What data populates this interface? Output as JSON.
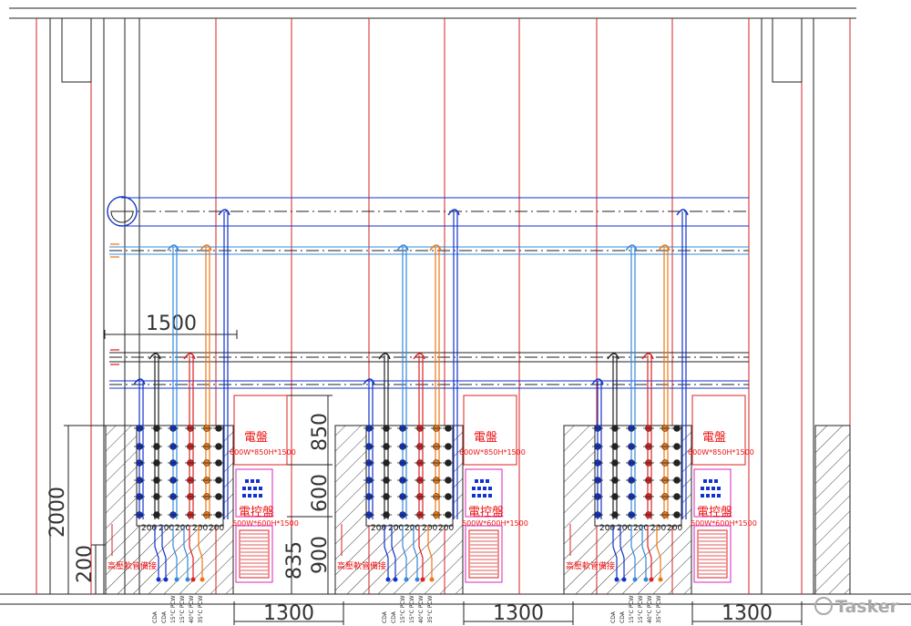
{
  "dimensions": {
    "top_width": "1500",
    "height_total": "2000",
    "height_bottom": "200",
    "panel_height_upper": "850",
    "panel_height_middle": "600",
    "panel_height_lower": "900",
    "cabinet_height": "835",
    "unit_width": "1300"
  },
  "gaps": [
    "200",
    "200",
    "200",
    "200",
    "200"
  ],
  "units": [
    {
      "panel_title": "電盤",
      "panel_size": "600W*850H*1500",
      "control_title": "電控盤",
      "control_size": "600W*600H*1500",
      "note": "高壓軟管備接"
    },
    {
      "panel_title": "電盤",
      "panel_size": "600W*850H*1500",
      "control_title": "電控盤",
      "control_size": "600W*600H*1500",
      "note": "高壓軟管備接"
    },
    {
      "panel_title": "電盤",
      "panel_size": "600W*850H*1500",
      "control_title": "電控盤",
      "control_size": "600W*600H*1500",
      "note": "高壓軟管備接"
    }
  ],
  "pipe_labels": [
    "CDA",
    "CDA",
    "15°C PCW",
    "15°C PCW",
    "40°C PCW",
    "35°C PCW"
  ],
  "watermark": "Tasker",
  "colors": {
    "grid_red": "#d62020",
    "pipe_blue": "#1133cc",
    "pipe_lightblue": "#3388dd",
    "pipe_orange": "#ee7711",
    "pipe_red": "#dd2222",
    "panel_magenta": "#dd22bb",
    "line_dark": "#222222"
  }
}
